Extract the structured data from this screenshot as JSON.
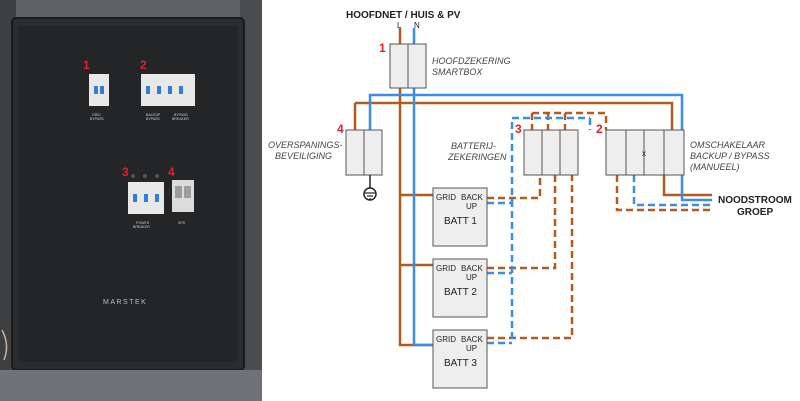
{
  "photo": {
    "brand": "MARSTEK",
    "markers": [
      "1",
      "2",
      "3",
      "4"
    ],
    "breaker_labels": {
      "grid_bypass": "GRID\nBYPASS",
      "backup_bypass": "BACKUP\nBYPASS",
      "bypass_breaker": "BYPASS\nBREAKER",
      "power_breaker": "POWER\nBREAKER",
      "spd": "SPD"
    }
  },
  "diagram": {
    "title": "HOOFDNET / HUIS & PV",
    "phase_l": "L",
    "phase_n": "N",
    "main_fuse_number": "1",
    "main_fuse_label": [
      "HOOFDZEKERING",
      "SMARTBOX"
    ],
    "surge_number": "4",
    "surge_label": [
      "OVERSPANINGS-",
      "BEVEILIGING"
    ],
    "battery_fuses_number": "3",
    "battery_fuses_label": [
      "BATTERIJ-",
      "ZEKERINGEN"
    ],
    "switch_number": "2",
    "switch_label": [
      "OMSCHAKELAAR",
      "BACKUP / BYPASS",
      "(MANUEEL)"
    ],
    "switch_mark": "x",
    "emergency_label": [
      "NOODSTROOM",
      "GROEP"
    ],
    "batteries": [
      {
        "grid": "GRID",
        "back": "BACK",
        "up": "UP",
        "name": "BATT 1"
      },
      {
        "grid": "GRID",
        "back": "BACK",
        "up": "UP",
        "name": "BATT 2"
      },
      {
        "grid": "GRID",
        "back": "BACK",
        "up": "UP",
        "name": "BATT 3"
      }
    ],
    "colors": {
      "live": "#b25a1f",
      "neutral": "#3b8ee8",
      "red": "#e0202a"
    }
  }
}
